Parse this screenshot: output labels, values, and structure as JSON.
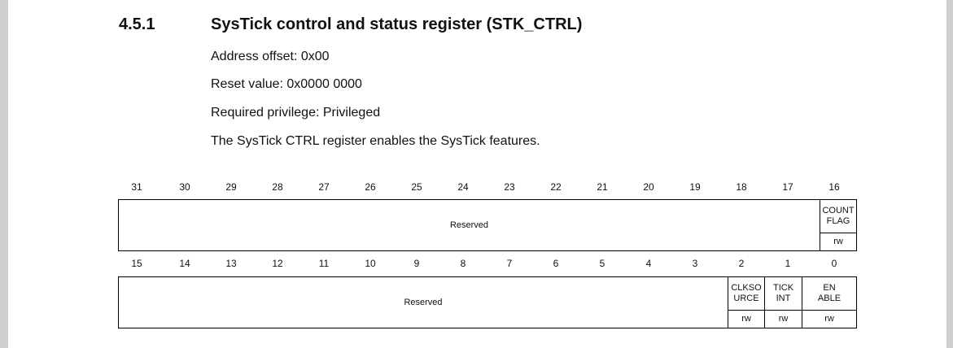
{
  "section": {
    "number": "4.5.1",
    "title": "SysTick control and status register (STK_CTRL)"
  },
  "paragraphs": {
    "address_offset": "Address offset: 0x00",
    "reset_value": "Reset value: 0x0000 0000",
    "privilege": "Required privilege: Privileged",
    "description": "The SysTick CTRL register enables the SysTick features."
  },
  "upper_half": {
    "bits": [
      "31",
      "30",
      "29",
      "28",
      "27",
      "26",
      "25",
      "24",
      "23",
      "22",
      "21",
      "20",
      "19",
      "18",
      "17",
      "16"
    ],
    "reserved_label": "Reserved",
    "countflag": {
      "name_line1": "COUNT",
      "name_line2": "FLAG",
      "access": "rw"
    }
  },
  "lower_half": {
    "bits": [
      "15",
      "14",
      "13",
      "12",
      "11",
      "10",
      "9",
      "8",
      "7",
      "6",
      "5",
      "4",
      "3",
      "2",
      "1",
      "0"
    ],
    "reserved_label": "Reserved",
    "clksource": {
      "name_line1": "CLKSO",
      "name_line2": "URCE",
      "access": "rw"
    },
    "tickint": {
      "name_line1": "TICK",
      "name_line2": "INT",
      "access": "rw"
    },
    "enable": {
      "name_line1": "EN",
      "name_line2": "ABLE",
      "access": "rw"
    }
  }
}
